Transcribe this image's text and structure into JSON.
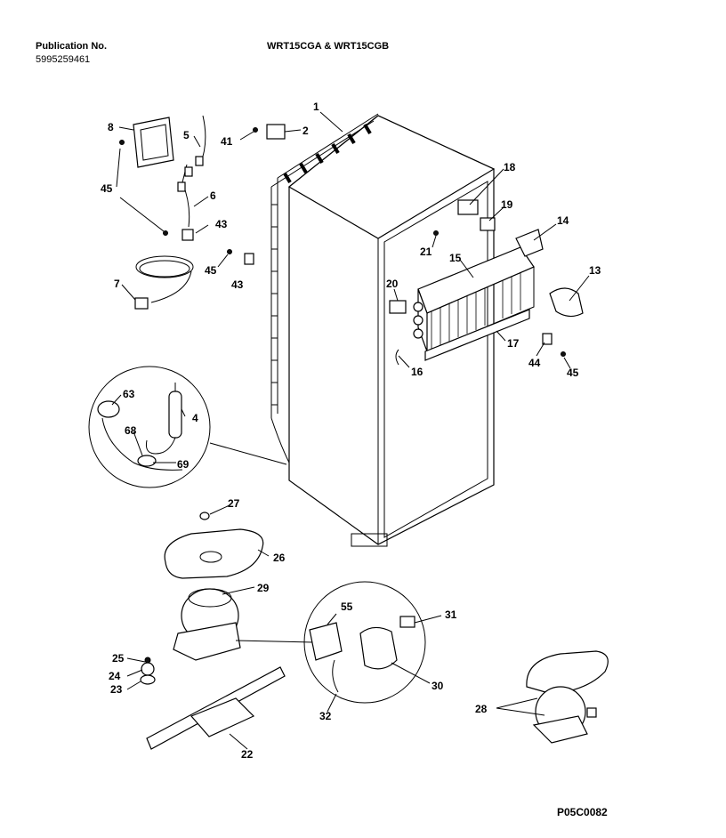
{
  "header": {
    "publication_label": "Publication No.",
    "publication_number": "5995259461",
    "models": "WRT15CGA & WRT15CGB"
  },
  "footer": {
    "code": "P05C0082"
  },
  "part_labels": [
    "1",
    "2",
    "4",
    "5",
    "6",
    "7",
    "8",
    "13",
    "14",
    "15",
    "16",
    "17",
    "18",
    "19",
    "20",
    "21",
    "22",
    "23",
    "24",
    "25",
    "26",
    "27",
    "28",
    "29",
    "30",
    "31",
    "32",
    "41",
    "43",
    "43",
    "44",
    "45",
    "45",
    "45",
    "55",
    "63",
    "68",
    "69"
  ]
}
